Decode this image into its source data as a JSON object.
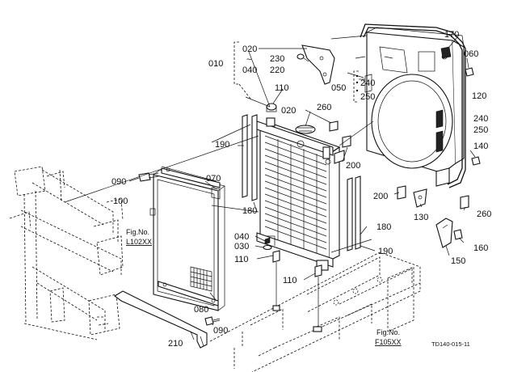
{
  "labels": {
    "p010": "010",
    "p020_range_a": "020",
    "p_range_tilde": "~",
    "p040_range_b": "040",
    "p230": "230",
    "p220": "220",
    "p110a": "110",
    "p020": "020",
    "p050": "050",
    "p240a": "240",
    "p250a": "250",
    "p260a": "260",
    "p170": "170",
    "p060": "060",
    "p120": "120",
    "p240b": "240",
    "p250b": "250",
    "p140": "140",
    "p190a": "190",
    "p070": "070",
    "p090a": "090",
    "p100": "100",
    "p180a": "180",
    "p200a": "200",
    "p200b": "200",
    "p130": "130",
    "p260b": "260",
    "p040": "040",
    "p030": "030",
    "p110b": "110",
    "p180b": "180",
    "p190b": "190",
    "p160": "160",
    "p150": "150",
    "p110c": "110",
    "p080": "080",
    "p210": "210",
    "p090b": "090"
  },
  "refs": {
    "fig_a_title": "Fig.No.",
    "fig_a_code": "L102XX",
    "fig_b_title": "Fig.No.",
    "fig_b_code": "F105XX"
  },
  "drawing_id": "TD140-015-11"
}
